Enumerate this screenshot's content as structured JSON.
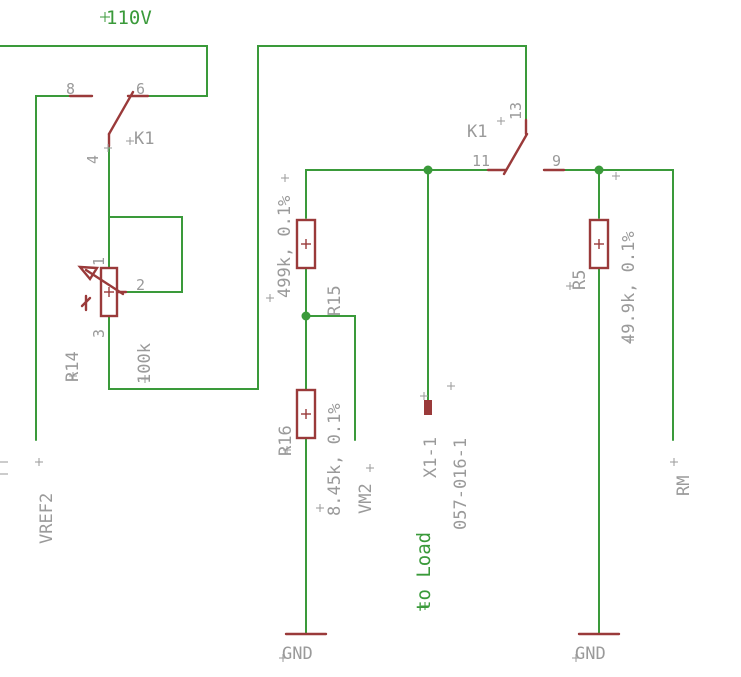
{
  "nets": {
    "supply_110v": "110V",
    "vref2": "VREF2",
    "vm2": "VM2",
    "rm": "RM",
    "gnd_left": "GND",
    "gnd_right": "GND",
    "to_load": "to Load"
  },
  "relay": {
    "name_left": "K1",
    "name_right": "K1",
    "pins": {
      "p8": "8",
      "p6": "6",
      "p4": "4",
      "p11": "11",
      "p13": "13",
      "p9": "9"
    }
  },
  "trimpot": {
    "name": "R14",
    "value": "100k",
    "pins": {
      "p1": "1",
      "p2": "2",
      "p3": "3"
    }
  },
  "resistors": [
    {
      "name": "R15",
      "value": "499k, 0.1%"
    },
    {
      "name": "R16",
      "value": "8.45k, 0.1%"
    },
    {
      "name": "R5",
      "value": "49.9k, 0.1%"
    }
  ],
  "connector": {
    "name": "X1-1",
    "part": "057-016-1"
  },
  "colors": {
    "wire": "#3a9a3a",
    "part": "#9a3a3a",
    "label": "#9a9a9a"
  }
}
